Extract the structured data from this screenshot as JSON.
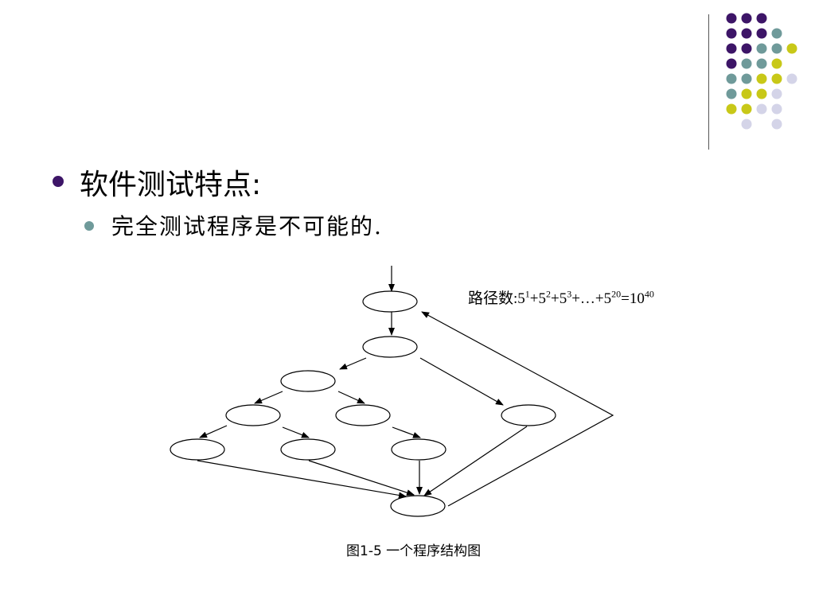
{
  "colors": {
    "purple": "#3d1567",
    "teal": "#6f9a9a",
    "yellow": "#c8c818",
    "lavender": "#d4d4e8",
    "bullet_primary": "#3d1567",
    "bullet_secondary": "#6f9a9a"
  },
  "decor_dots": [
    [
      "purple",
      "purple",
      "purple",
      null,
      null
    ],
    [
      "purple",
      "purple",
      "purple",
      "teal",
      null
    ],
    [
      "purple",
      "purple",
      "teal",
      "teal",
      "yellow"
    ],
    [
      "purple",
      "teal",
      "teal",
      "yellow",
      null
    ],
    [
      "teal",
      "teal",
      "yellow",
      "yellow",
      "lavender"
    ],
    [
      "teal",
      "yellow",
      "yellow",
      "lavender",
      null
    ],
    [
      "yellow",
      "yellow",
      "lavender",
      "lavender",
      null
    ],
    [
      null,
      "lavender",
      null,
      "lavender",
      null
    ]
  ],
  "slide": {
    "heading": "软件测试特点:",
    "subpoint": "完全测试程序是不可能的.",
    "formula": {
      "prefix": "路径数:5",
      "t1_exp": "1",
      "t2_base": "+5",
      "t2_exp": "2",
      "t3_base": "+5",
      "t3_exp": "3",
      "t4_base": "+…+5",
      "t4_exp": "20",
      "t5_base": "=10",
      "t5_exp": "40"
    },
    "caption": "图1-5  一个程序结构图"
  }
}
